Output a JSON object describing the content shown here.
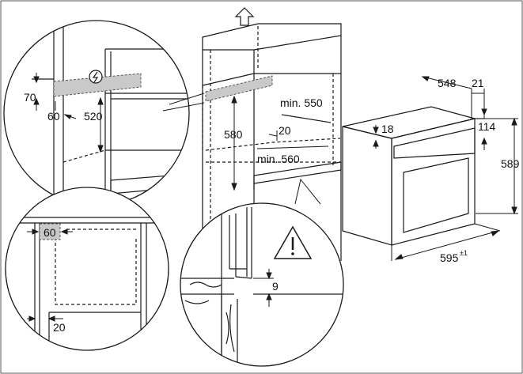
{
  "dimensions": {
    "d70": "70",
    "d60_top": "60",
    "d520": "520",
    "d580": "580",
    "min550": "min. 550",
    "d20_mid": "20",
    "min560": "min. 560",
    "d548": "548",
    "d21": "21",
    "d18": "18",
    "d114": "114",
    "d589": "589",
    "d595": "595",
    "d595_tol": "±1",
    "d60_left": "60",
    "d20_bottom": "20",
    "d9": "9"
  },
  "icons": [
    "up-arrow-icon",
    "lightning-bolt-icon",
    "warning-triangle-icon"
  ],
  "colors": {
    "line": "#1a1a1a",
    "highlight": "#c9c9c9"
  }
}
